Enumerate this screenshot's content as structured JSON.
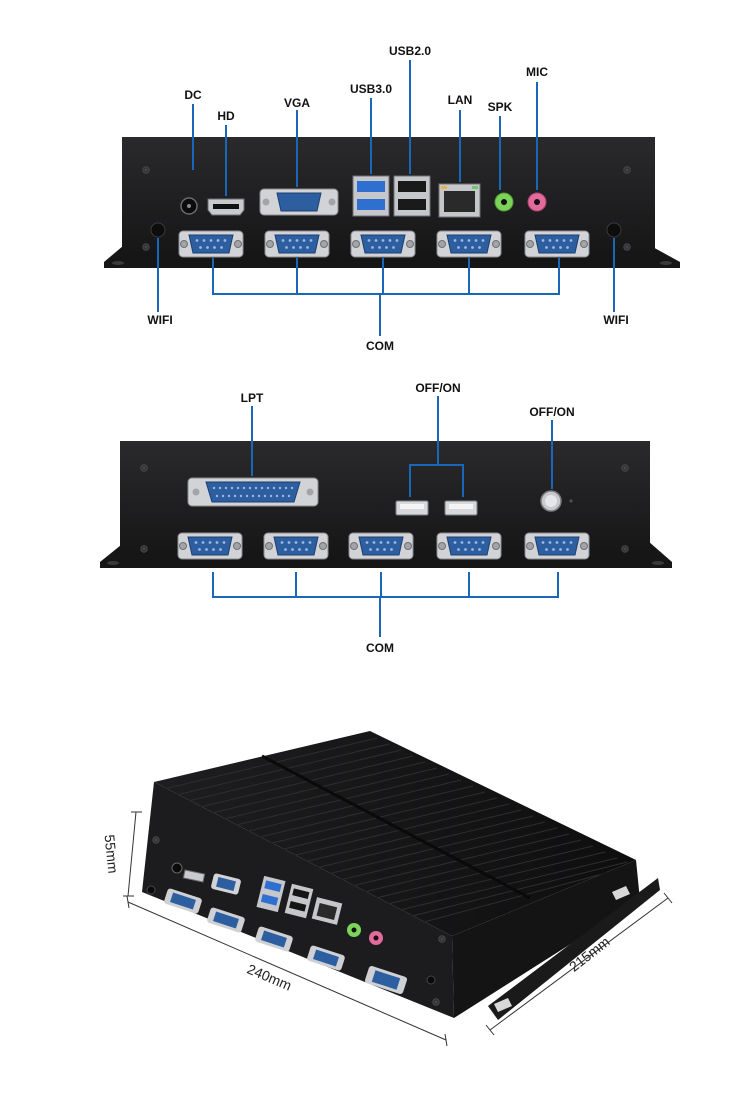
{
  "panel1": {
    "labels": {
      "usb2": "USB2.0",
      "mic": "MIC",
      "dc": "DC",
      "usb3": "USB3.0",
      "lan": "LAN",
      "vga": "VGA",
      "hd": "HD",
      "spk": "SPK",
      "wifi_left": "WIFI",
      "wifi_right": "WIFI",
      "com": "COM"
    }
  },
  "panel2": {
    "labels": {
      "lpt": "LPT",
      "offon_top": "OFF/ON",
      "offon_right": "OFF/ON",
      "com": "COM"
    }
  },
  "panel3": {
    "dimensions": {
      "height": "55mm",
      "width": "240mm",
      "depth": "215mm"
    }
  },
  "colors": {
    "chassis": "#1c1c1e",
    "leader": "#1a66b8",
    "port_blue": "#2c5ea0",
    "spk": "#7dd35a",
    "mic": "#e36a9c"
  }
}
